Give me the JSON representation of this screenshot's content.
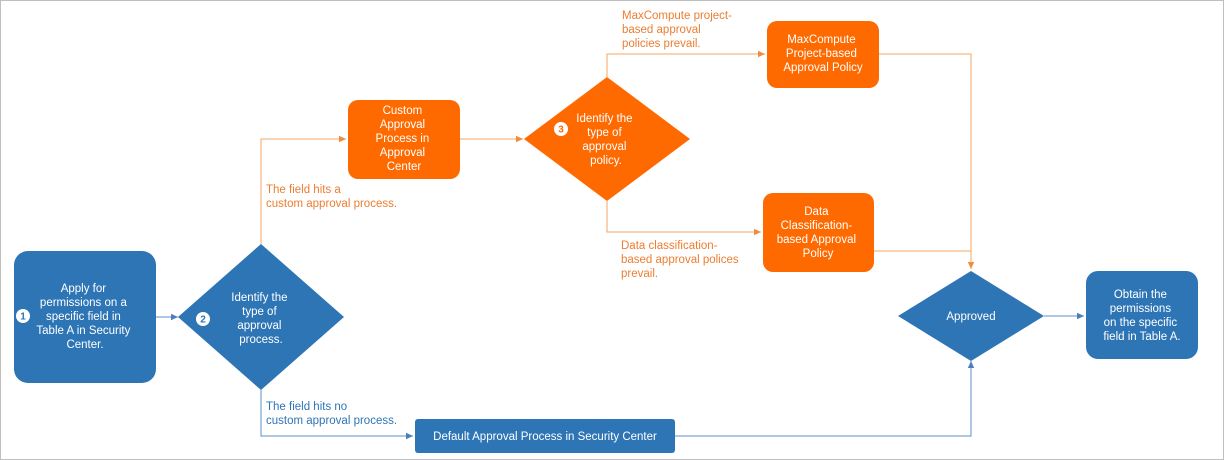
{
  "colors": {
    "blue": "#2e75b6",
    "orange": "#ff6a00",
    "orange_line": "#f4a460",
    "orange_text": "#ed7d31",
    "blue_line": "#5b8fc9"
  },
  "nodes": {
    "apply": {
      "lines": [
        "Apply for",
        "permissions on a",
        "specific field in",
        "Table A in Security",
        "Center."
      ],
      "step": "1"
    },
    "identify_process": {
      "lines": [
        "Identify the",
        "type of",
        "approval",
        "process."
      ],
      "step": "2"
    },
    "custom_process": {
      "lines": [
        "Custom",
        "Approval",
        "Process in",
        "Approval",
        "Center"
      ]
    },
    "identify_policy": {
      "lines": [
        "Identify the",
        "type of",
        "approval",
        "policy."
      ],
      "step": "3"
    },
    "maxcompute_policy": {
      "lines": [
        "MaxCompute",
        "Project-based",
        "Approval Policy"
      ]
    },
    "classification_policy": {
      "lines": [
        "Data",
        "Classification-",
        "based Approval",
        "Policy"
      ]
    },
    "default_process": {
      "lines": [
        "Default Approval Process in Security Center"
      ]
    },
    "approved": {
      "lines": [
        "Approved"
      ]
    },
    "obtain": {
      "lines": [
        "Obtain the",
        "permissions",
        "on the specific",
        "field in Table A."
      ]
    }
  },
  "edge_labels": {
    "hits_custom": [
      "The field hits a",
      "custom approval process."
    ],
    "hits_no_custom": [
      "The field hits no",
      "custom approval process."
    ],
    "maxcompute_prevail": [
      "MaxCompute project-",
      "based approval",
      "policies prevail."
    ],
    "classification_prevail": [
      "Data classification-",
      "based approval polices",
      "prevail."
    ]
  }
}
